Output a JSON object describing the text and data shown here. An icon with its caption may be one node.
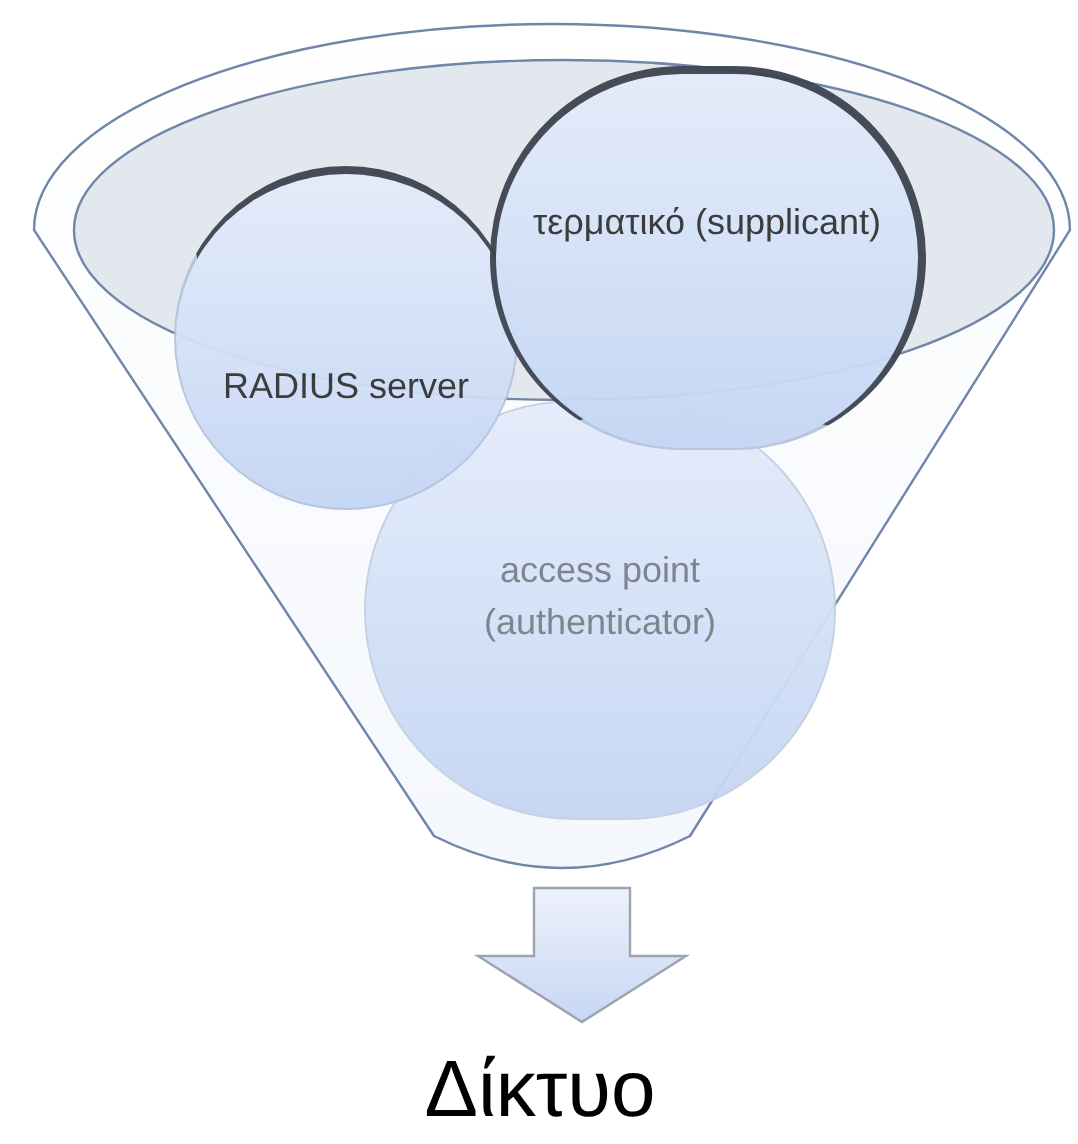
{
  "diagram": {
    "nodes": [
      {
        "text": [],
        "shape": "funnel"
      },
      {
        "text": [
          "RADIUS server"
        ],
        "in": 0
      },
      {
        "text": [
          "τερματικό (supplicant)"
        ],
        "in": 0
      },
      {
        "text": [
          "access point (authenticator)"
        ],
        "in": 0
      },
      {
        "text": [
          "Δίκτυο"
        ]
      }
    ],
    "edges": [
      {
        "from": 0,
        "to": 4,
        "arrow": "to"
      }
    ]
  }
}
